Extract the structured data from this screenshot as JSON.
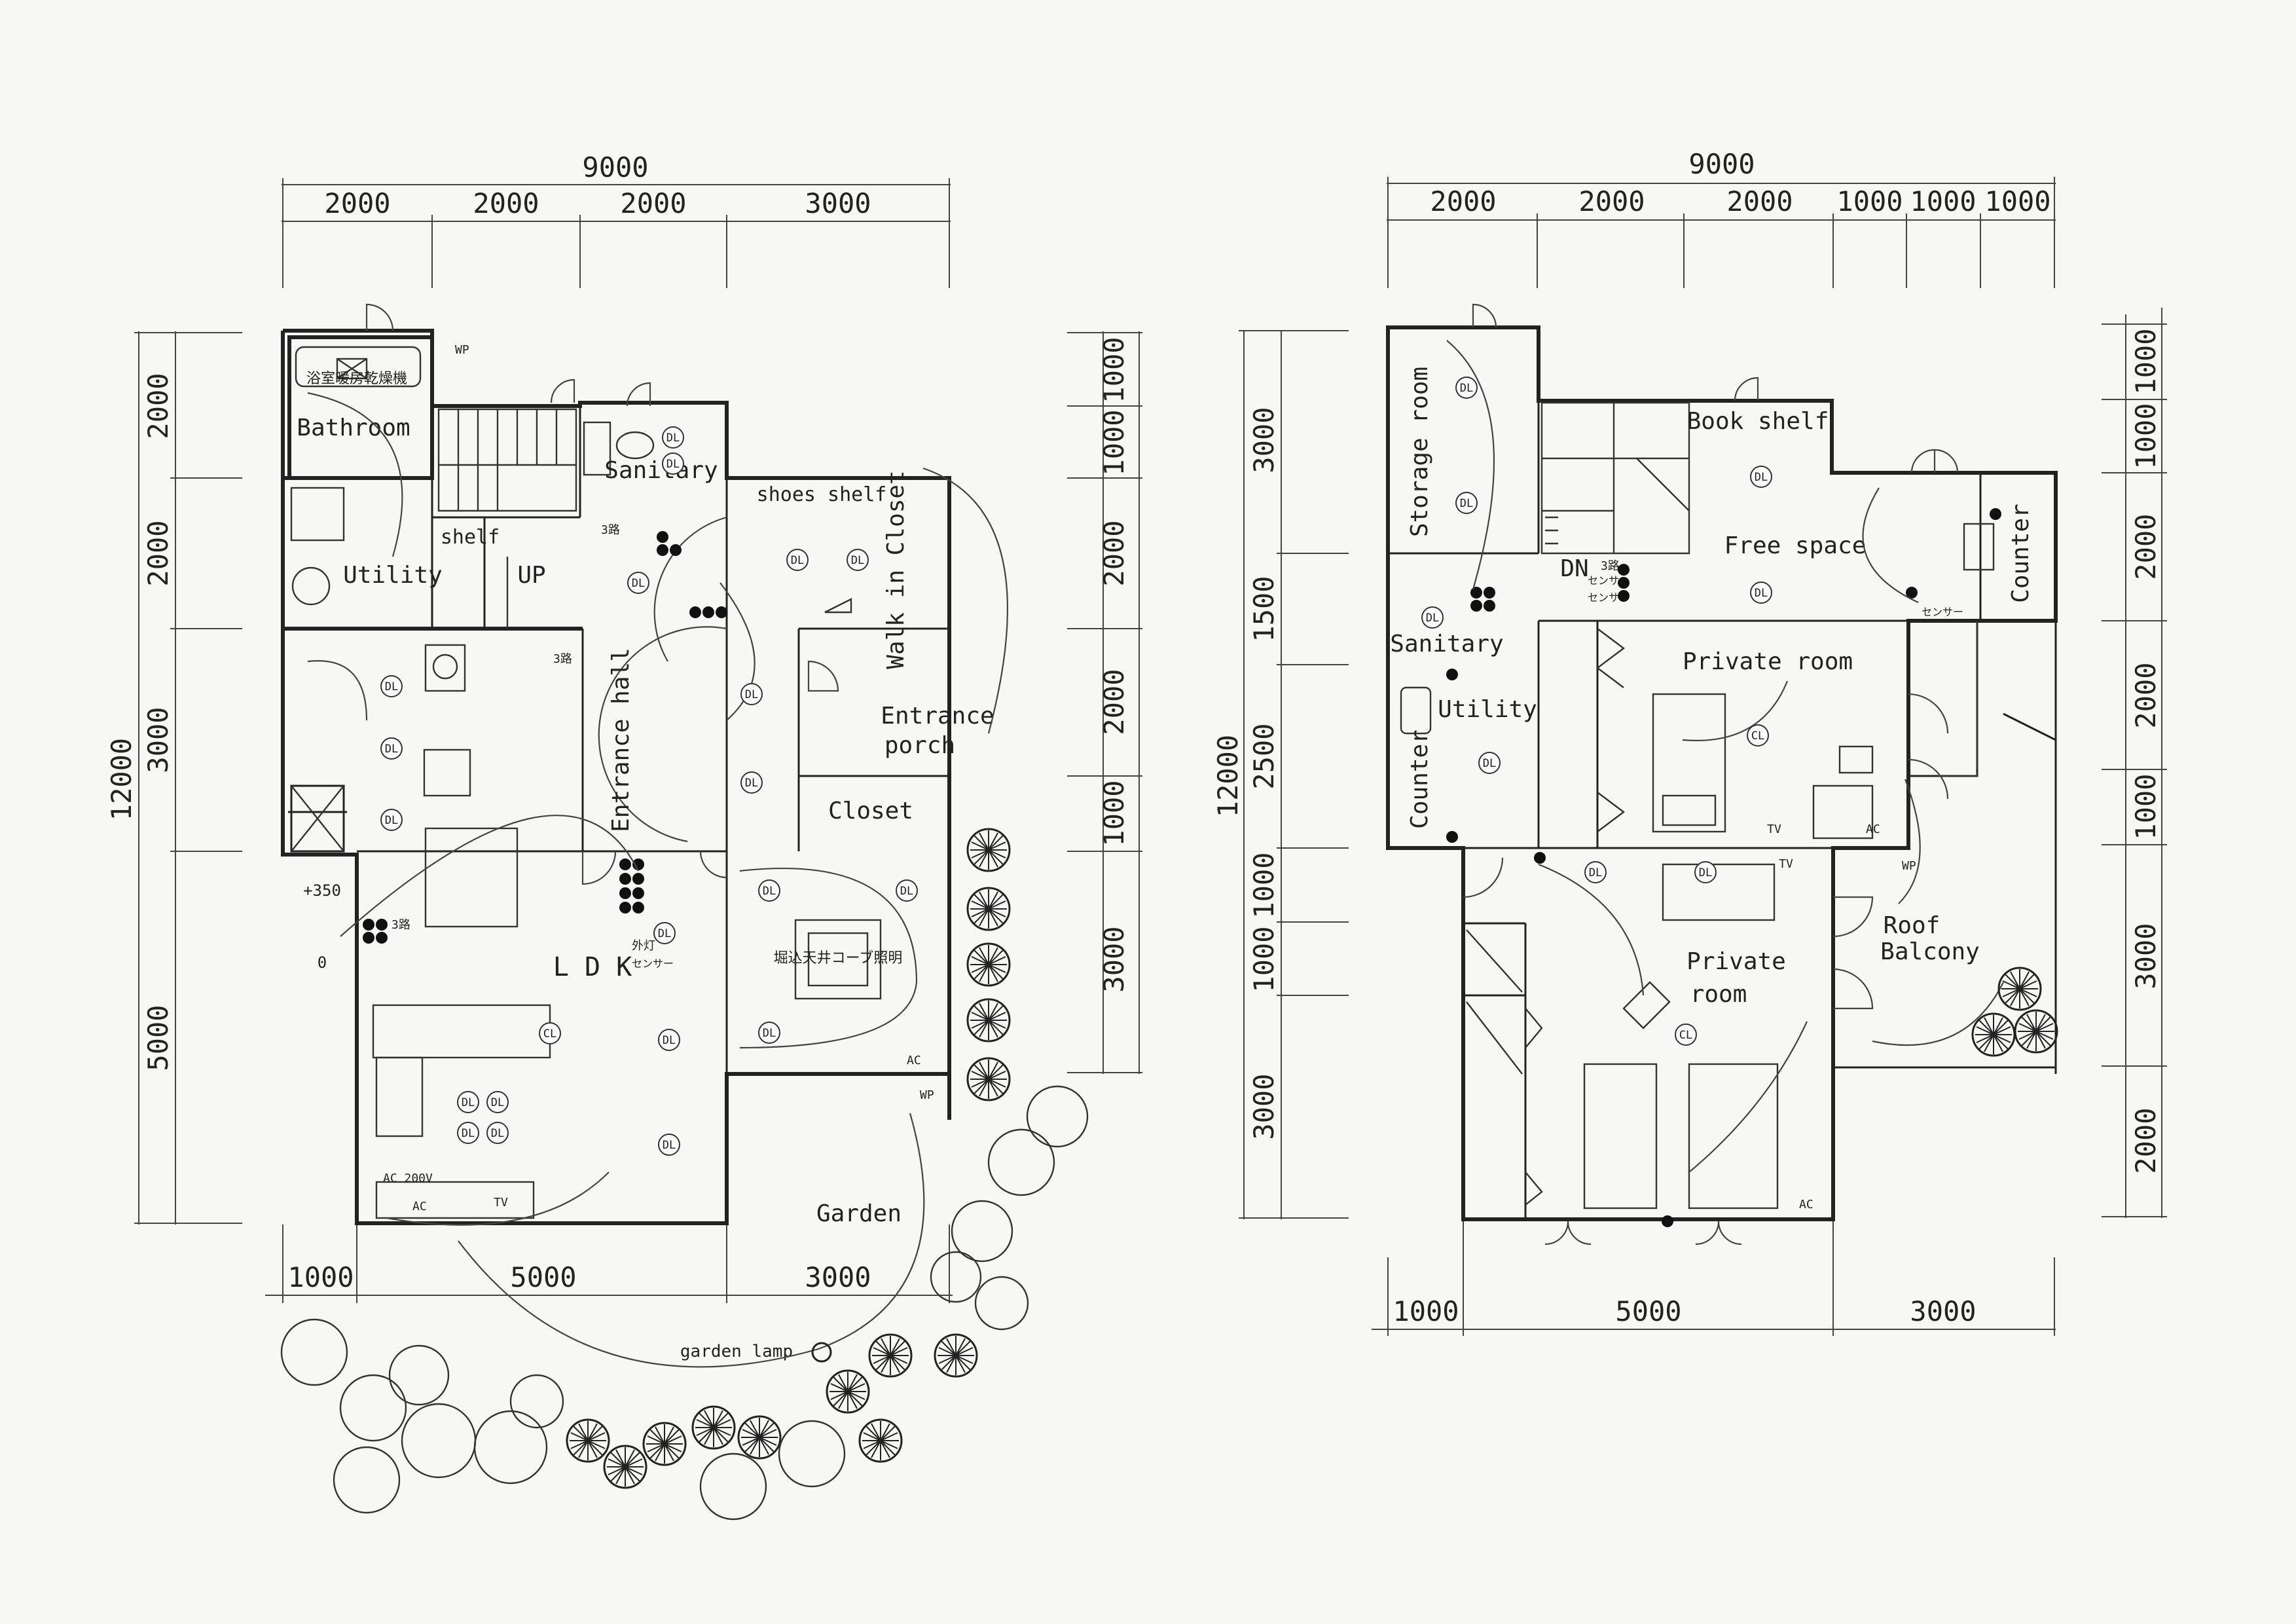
{
  "ground_floor": {
    "dims_top": {
      "total": "9000",
      "segments": [
        "2000",
        "2000",
        "2000",
        "3000"
      ]
    },
    "dims_bottom": [
      "1000",
      "5000",
      "3000"
    ],
    "dims_left": {
      "total": "12000",
      "segments": [
        "2000",
        "2000",
        "3000",
        "5000"
      ]
    },
    "dims_right": [
      "1000",
      "1000",
      "2000",
      "2000",
      "1000",
      "3000"
    ],
    "rooms": {
      "bathroom": "Bathroom",
      "bath_dryer": "浴室暖房乾燥機",
      "utility": "Utility",
      "shelf": "shelf",
      "up": "UP",
      "sanitary": "Sanitary",
      "shoes_shelf": "shoes shelf",
      "walk_in_closet": "Walk in Closet",
      "entrance_hall": "Entrance hall",
      "entrance_porch_1": "Entrance",
      "entrance_porch_2": "porch",
      "closet": "Closet",
      "ldk": "L D K",
      "cove_light": "堀込天井コーブ照明",
      "garden": "Garden",
      "garden_lamp": "garden lamp",
      "plus350": "+350",
      "zero": "0"
    },
    "labels": {
      "wp": "WP",
      "ac": "AC",
      "ac200": "AC 200V",
      "tv": "TV",
      "route3": "3路",
      "sensor": "センサー",
      "outdoor": "外灯"
    }
  },
  "upper_floor": {
    "dims_top": {
      "total": "9000",
      "segments": [
        "2000",
        "2000",
        "2000",
        "1000",
        "1000",
        "1000"
      ]
    },
    "dims_bottom": [
      "1000",
      "5000",
      "3000"
    ],
    "dims_left": {
      "total": "12000",
      "segments": [
        "3000",
        "1500",
        "2500",
        "1000",
        "1000",
        "3000"
      ]
    },
    "dims_right": [
      "1000",
      "1000",
      "2000",
      "2000",
      "1000",
      "3000",
      "2000"
    ],
    "rooms": {
      "storage_room": "Storage room",
      "book_shelf": "Book shelf",
      "free_space": "Free space",
      "counter_right": "Counter",
      "dn": "DN",
      "sanitary": "Sanitary",
      "utility": "Utility",
      "counter_left": "Counter",
      "private_room_1": "Private room",
      "private_room_2a": "Private",
      "private_room_2b": "room",
      "roof_balcony_1": "Roof",
      "roof_balcony_2": "Balcony"
    }
  },
  "fixture_symbols": {
    "downlight": "DL",
    "ceiling_light": "CL"
  }
}
